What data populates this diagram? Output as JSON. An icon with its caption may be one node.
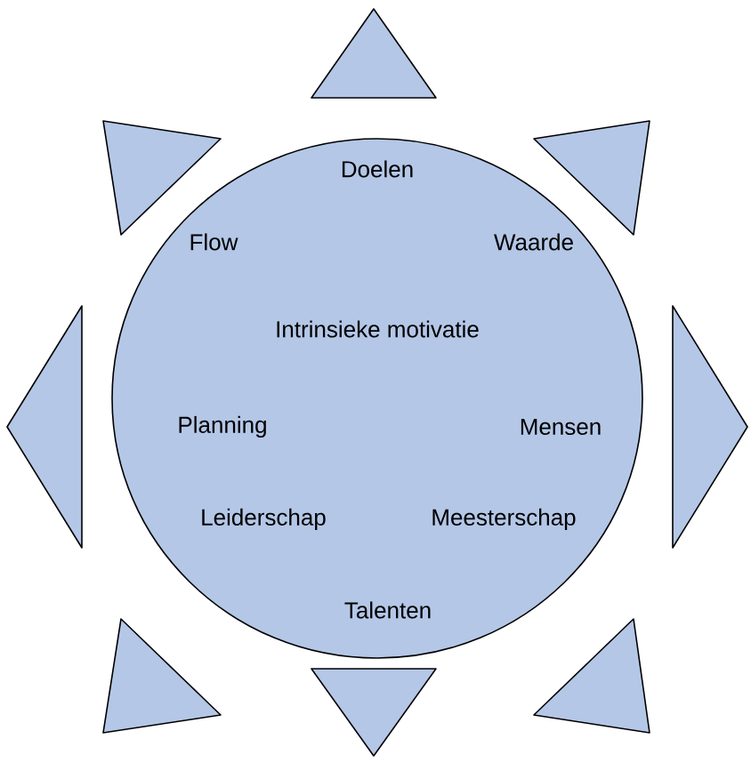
{
  "diagram": {
    "nodes": [
      {
        "text": [
          "Doelen",
          "Flow",
          "Waarde",
          "Intrinsieke motivatie",
          "Planning",
          "Mensen",
          "Leiderschap",
          "Meesterschap",
          "Talenten"
        ]
      }
    ]
  }
}
